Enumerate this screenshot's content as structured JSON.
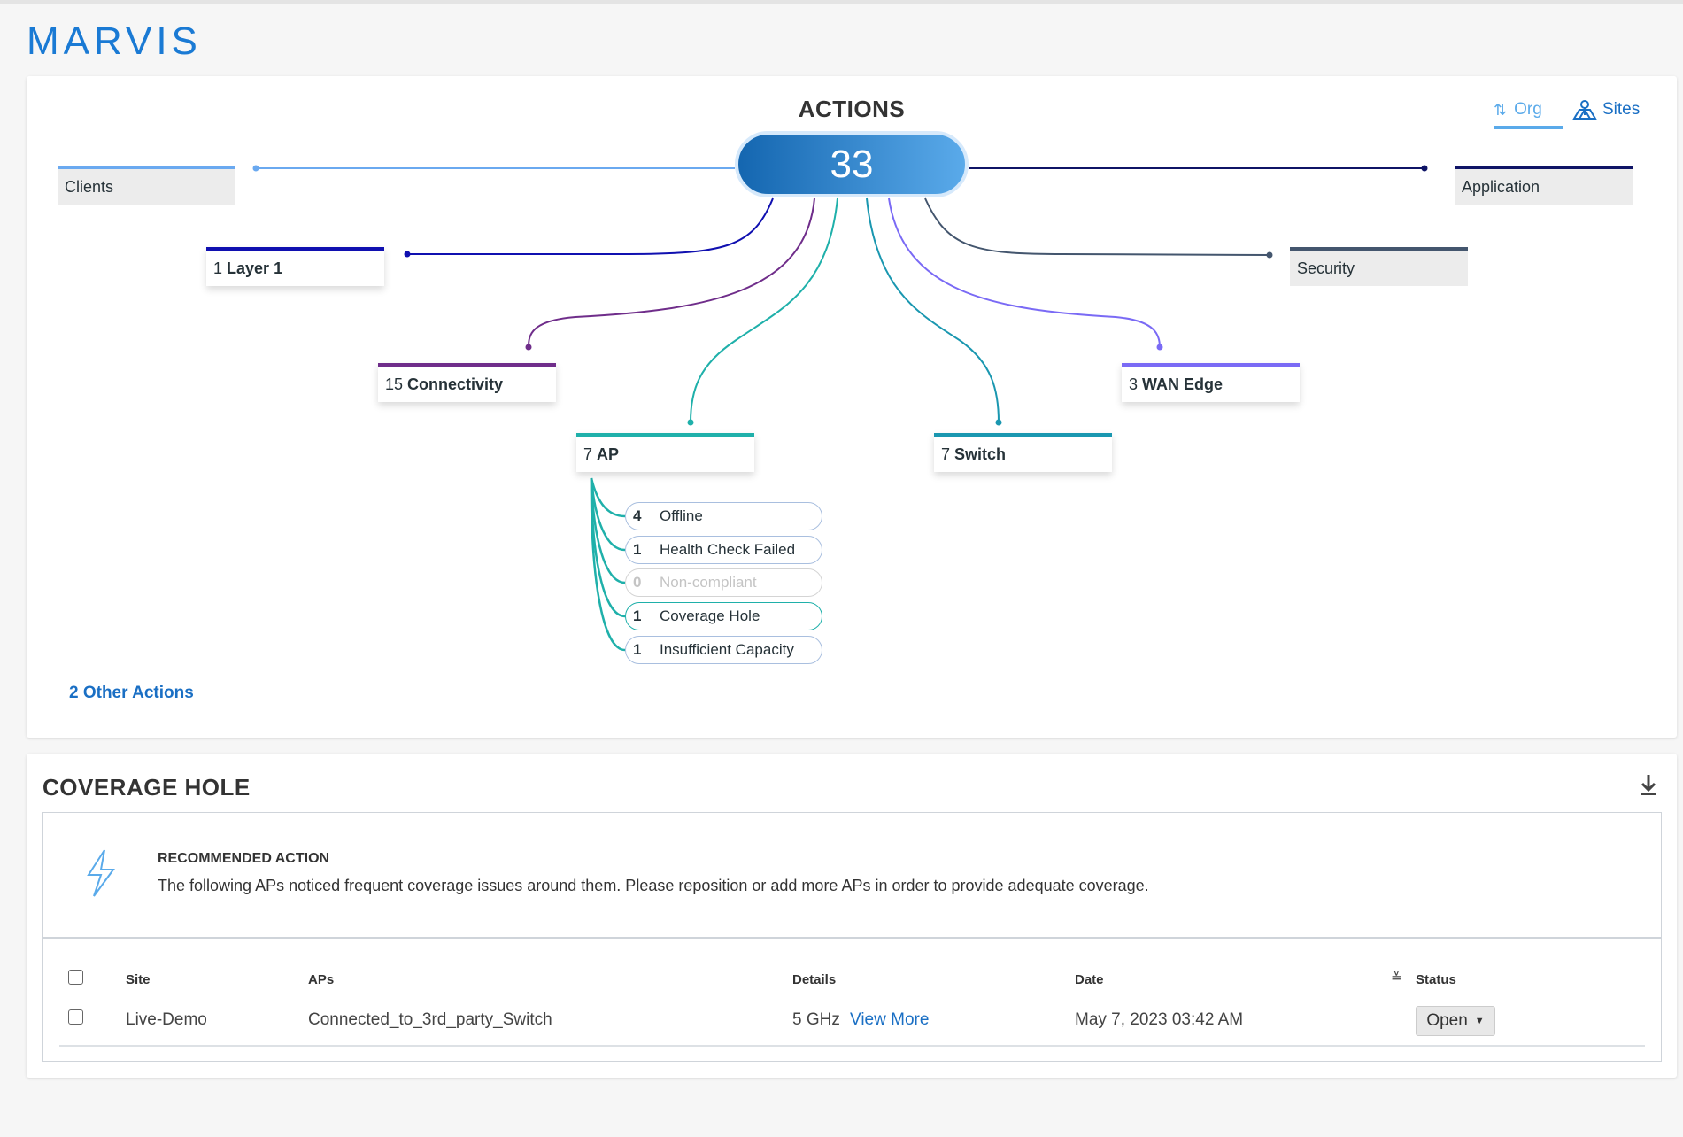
{
  "app": {
    "title": "MARVIS"
  },
  "actions": {
    "title": "ACTIONS",
    "total": "33",
    "scope": {
      "org_label": "Org",
      "sites_label": "Sites",
      "active": "Org"
    },
    "categories": [
      {
        "id": "clients",
        "count": "",
        "label": "Clients",
        "color": "#6aa9f0",
        "enabled": false
      },
      {
        "id": "application",
        "count": "",
        "label": "Application",
        "color": "#0f1466",
        "enabled": false
      },
      {
        "id": "layer1",
        "count": "1",
        "label": "Layer 1",
        "color": "#1010b0",
        "enabled": true
      },
      {
        "id": "security",
        "count": "",
        "label": "Security",
        "color": "#44566e",
        "enabled": false
      },
      {
        "id": "connectivity",
        "count": "15",
        "label": "Connectivity",
        "color": "#6f2d8a",
        "enabled": true
      },
      {
        "id": "wan",
        "count": "3",
        "label": "WAN Edge",
        "color": "#7a6af5",
        "enabled": true
      },
      {
        "id": "ap",
        "count": "7",
        "label": "AP",
        "color": "#1fb0aa",
        "enabled": true
      },
      {
        "id": "switch",
        "count": "7",
        "label": "Switch",
        "color": "#1a97b0",
        "enabled": true
      }
    ],
    "ap_subactions": [
      {
        "count": "4",
        "label": "Offline"
      },
      {
        "count": "1",
        "label": "Health Check Failed"
      },
      {
        "count": "0",
        "label": "Non-compliant"
      },
      {
        "count": "1",
        "label": "Coverage Hole",
        "selected": true
      },
      {
        "count": "1",
        "label": "Insufficient Capacity"
      }
    ],
    "other_actions": "2 Other Actions"
  },
  "detail": {
    "title": "COVERAGE HOLE",
    "recommended_heading": "RECOMMENDED ACTION",
    "recommended_text": "The following APs noticed frequent coverage issues around them. Please reposition or add more APs in order to provide adequate coverage.",
    "columns": [
      "Site",
      "APs",
      "Details",
      "Date",
      "Status"
    ],
    "rows": [
      {
        "site": "Live-Demo",
        "aps": "Connected_to_3rd_party_Switch",
        "details": "5 GHz",
        "details_link": "View More",
        "date": "May 7, 2023 03:42 AM",
        "status": "Open"
      }
    ]
  }
}
